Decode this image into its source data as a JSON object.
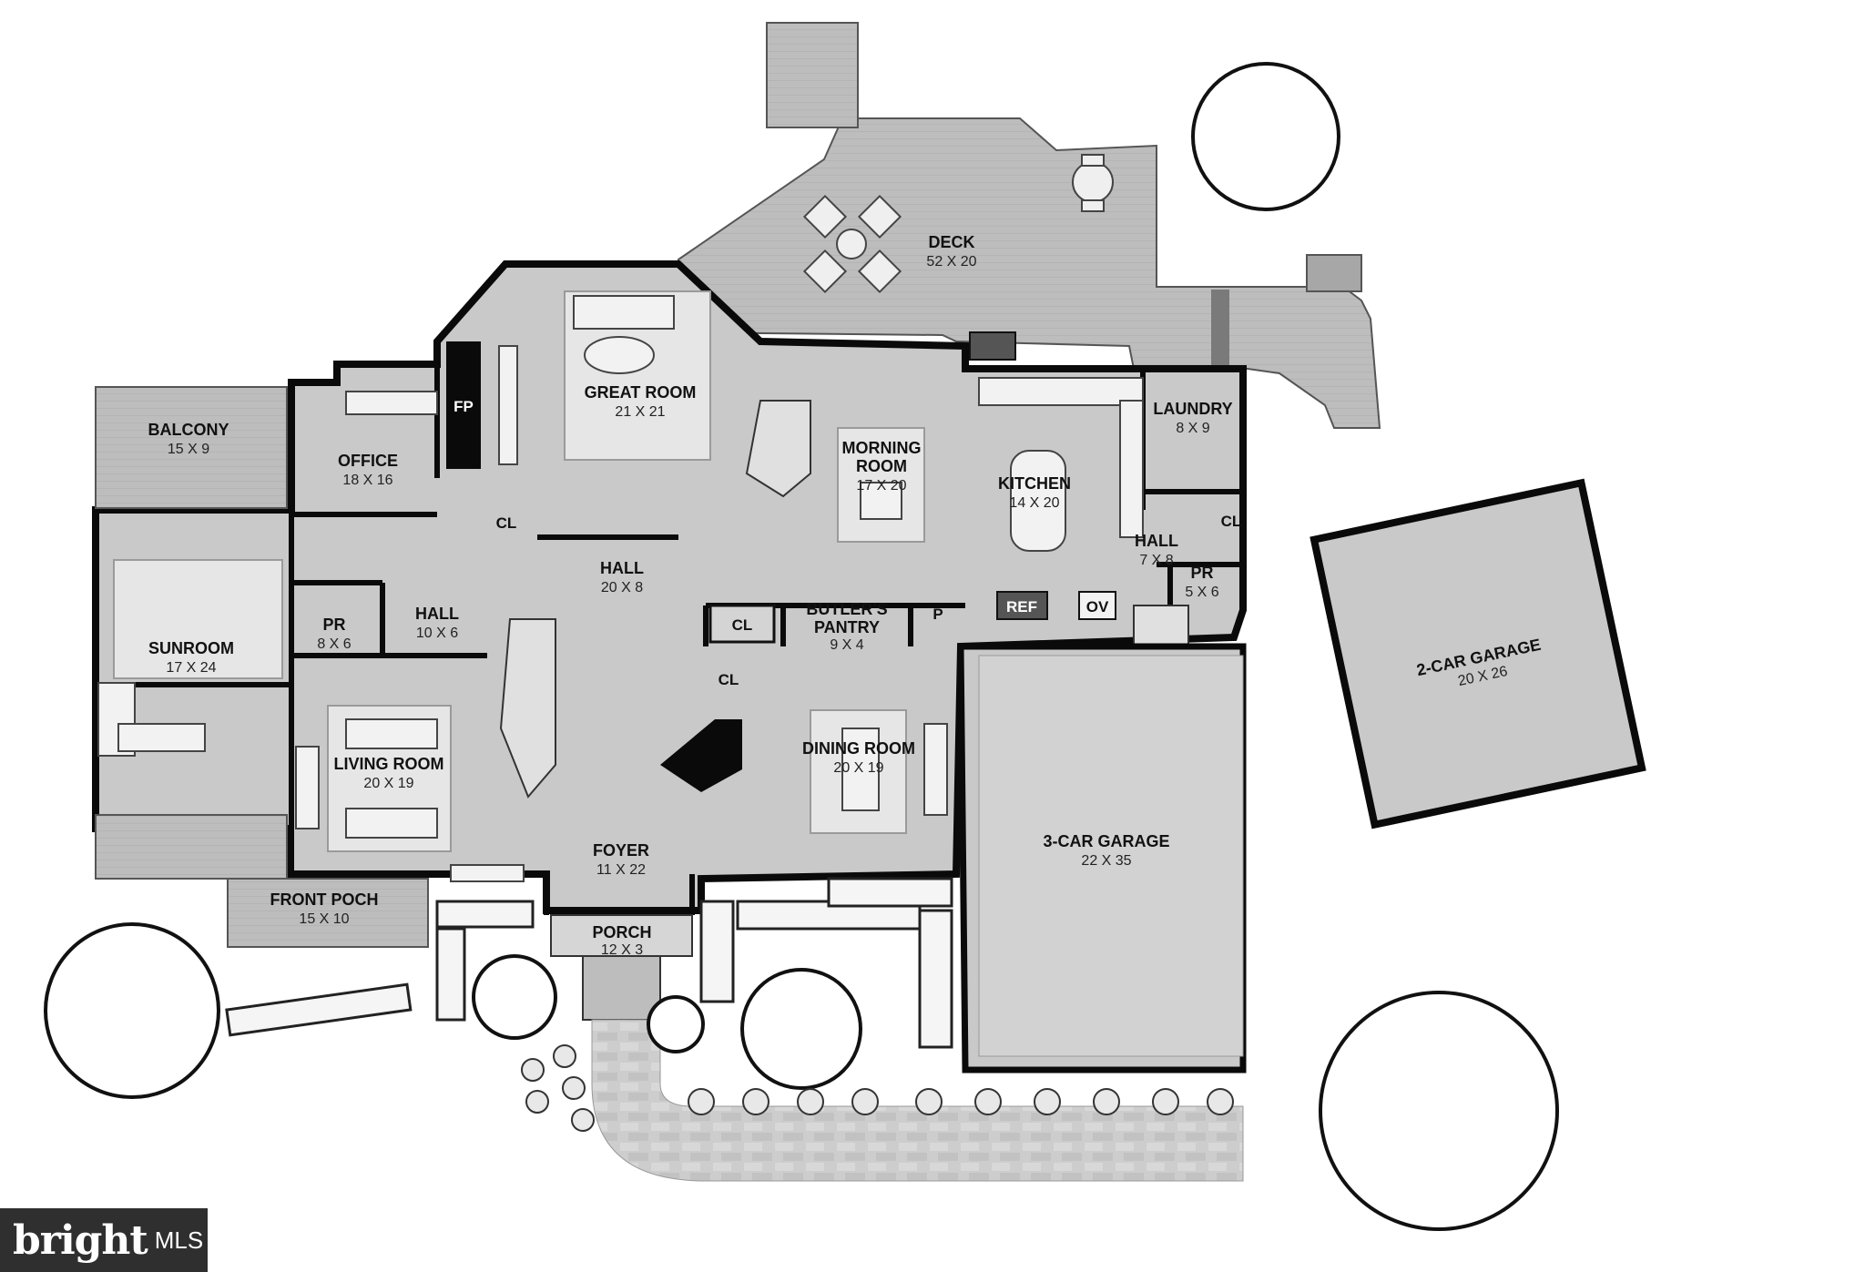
{
  "rooms": {
    "deck": {
      "name": "DECK",
      "dim": "52 X 20"
    },
    "balcony": {
      "name": "BALCONY",
      "dim": "15 X 9"
    },
    "office": {
      "name": "OFFICE",
      "dim": "18 X 16"
    },
    "great_room": {
      "name": "GREAT ROOM",
      "dim": "21 X 21"
    },
    "morning_room": {
      "name_line1": "MORNING",
      "name_line2": "ROOM",
      "dim": "17 X 20"
    },
    "kitchen": {
      "name": "KITCHEN",
      "dim": "14 X 20"
    },
    "laundry": {
      "name": "LAUNDRY",
      "dim": "8 X 9"
    },
    "sunroom": {
      "name": "SUNROOM",
      "dim": "17 X 24"
    },
    "pr_left": {
      "name": "PR",
      "dim": "8 X 6"
    },
    "hall_small": {
      "name": "HALL",
      "dim": "10 X 6"
    },
    "hall_main": {
      "name": "HALL",
      "dim": "20 X 8"
    },
    "butlers_pantry": {
      "name_line1": "BUTLER'S",
      "name_line2": "PANTRY",
      "dim": "9 X 4"
    },
    "hall_right": {
      "name": "HALL",
      "dim": "7 X 8"
    },
    "pr_right": {
      "name": "PR",
      "dim": "5 X 6"
    },
    "living_room": {
      "name": "LIVING ROOM",
      "dim": "20 X 19"
    },
    "dining_room": {
      "name": "DINING ROOM",
      "dim": "20 X 19"
    },
    "foyer": {
      "name": "FOYER",
      "dim": "11 X 22"
    },
    "porch": {
      "name": "PORCH",
      "dim": "12 X 3"
    },
    "front_porch": {
      "name": "FRONT POCH",
      "dim": "15 X 10"
    },
    "garage3": {
      "name": "3-CAR GARAGE",
      "dim": "22 X 35"
    },
    "garage2": {
      "name": "2-CAR GARAGE",
      "dim": "20 X 26"
    }
  },
  "tags": {
    "fp": "FP",
    "cl": "CL",
    "p": "P",
    "ref": "REF",
    "ov": "OV"
  },
  "watermark": {
    "brand": "bright",
    "suffix": "MLS"
  },
  "colors": {
    "floor": "#c9c9c9",
    "deck": "#bdbdbd",
    "wall": "#0a0a0a",
    "rug": "#e6e6e6"
  }
}
